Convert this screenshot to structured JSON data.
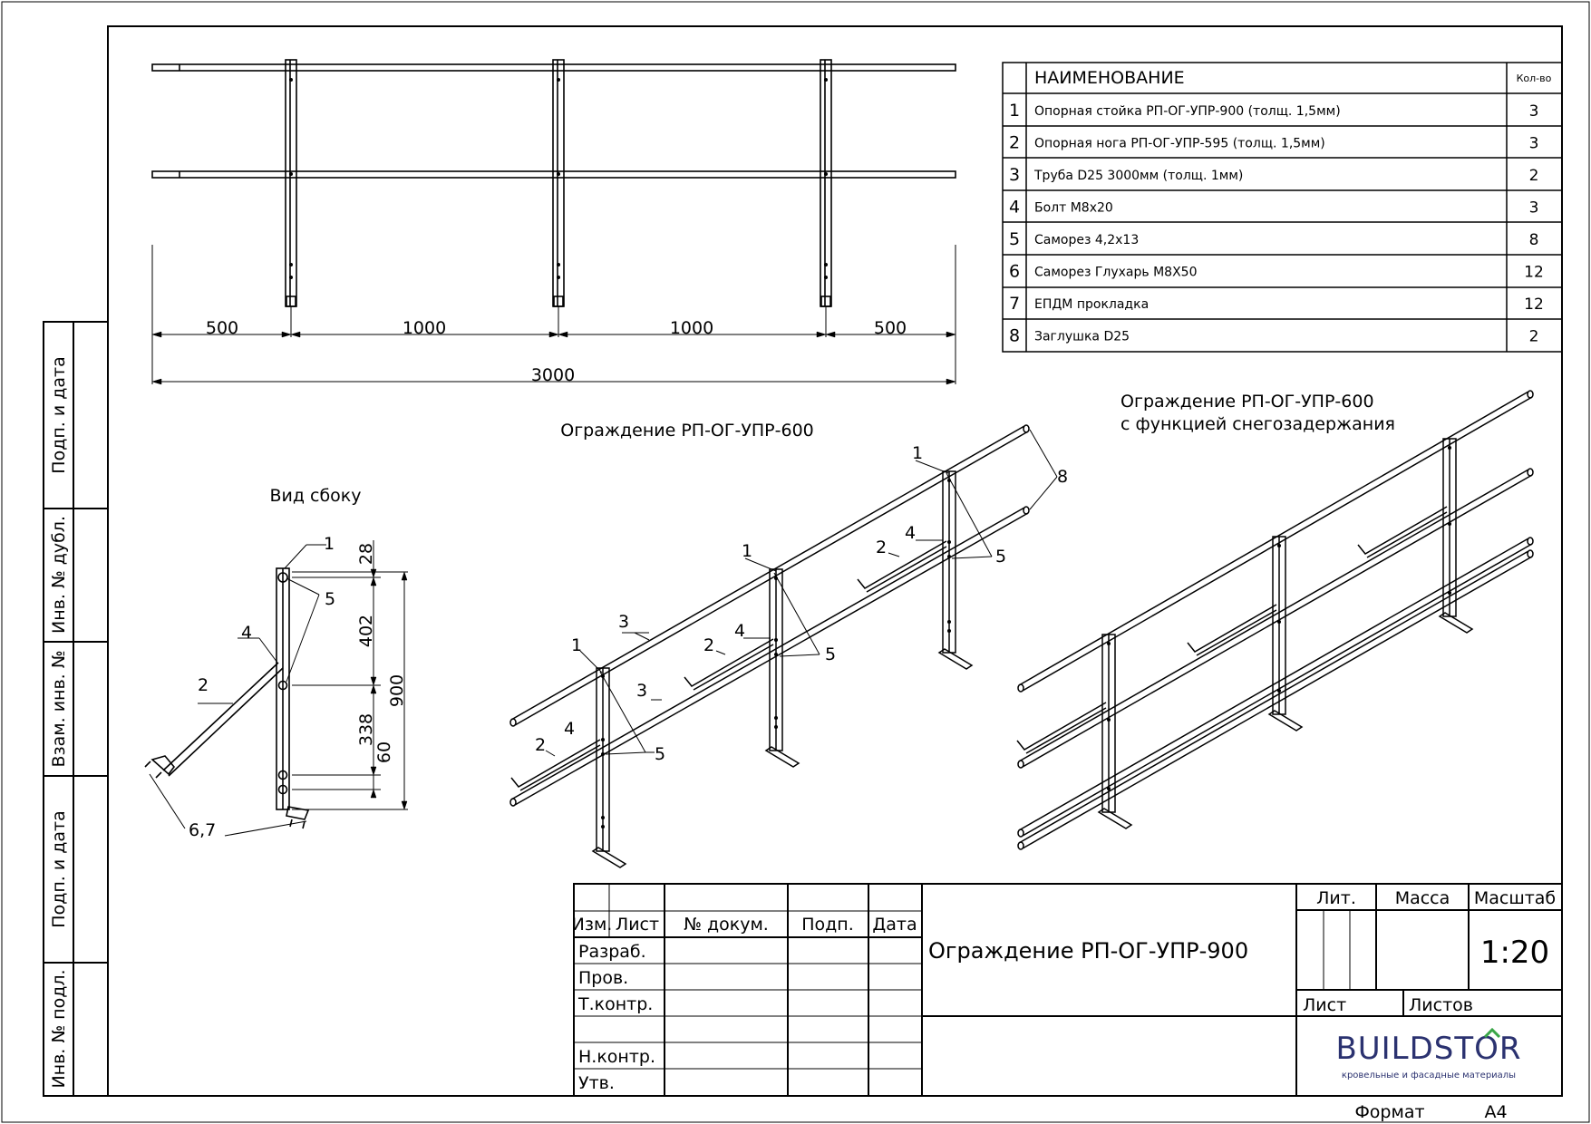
{
  "spec": {
    "header": {
      "num": "",
      "name": "НАИМЕНОВАНИЕ",
      "qty": "Кол-во"
    },
    "rows": [
      {
        "num": "1",
        "name": "Опорная стойка РП-ОГ-УПР-900 (толщ. 1,5мм)",
        "qty": "3"
      },
      {
        "num": "2",
        "name": "Опорная нога РП-ОГ-УПР-595 (толщ. 1,5мм)",
        "qty": "3"
      },
      {
        "num": "3",
        "name": "Труба D25 3000мм (толщ. 1мм)",
        "qty": "2"
      },
      {
        "num": "4",
        "name": "Болт М8х20",
        "qty": "3"
      },
      {
        "num": "5",
        "name": "Саморез 4,2х13",
        "qty": "8"
      },
      {
        "num": "6",
        "name": "Саморез Глухарь М8Х50",
        "qty": "12"
      },
      {
        "num": "7",
        "name": "ЕПДМ прокладка",
        "qty": "12"
      },
      {
        "num": "8",
        "name": "Заглушка D25",
        "qty": "2"
      }
    ]
  },
  "front_view": {
    "dims": [
      "500",
      "1000",
      "1000",
      "500"
    ],
    "total": "3000"
  },
  "side_view": {
    "title": "Вид сбоку",
    "dims": [
      "28",
      "402",
      "338",
      "60",
      "900"
    ],
    "callouts": [
      "1",
      "5",
      "4",
      "2",
      "6,7"
    ]
  },
  "iso_views": {
    "fence_title": "Ограждение РП-ОГ-УПР-600",
    "snow_title_1": "Ограждение РП-ОГ-УПР-600",
    "snow_title_2": "с функцией снегозадержания",
    "callouts": [
      "1",
      "1",
      "1",
      "2",
      "2",
      "2",
      "3",
      "3",
      "4",
      "4",
      "4",
      "5",
      "5",
      "5",
      "8"
    ]
  },
  "stamp": {
    "cols": [
      "Изм.",
      "Лист",
      "№ докум.",
      "Подп.",
      "Дата"
    ],
    "rows": [
      "Разраб.",
      "Пров.",
      "Т.контр.",
      "",
      "Н.контр.",
      "Утв."
    ],
    "title": "Ограждение РП-ОГ-УПР-900",
    "lit": "Лит.",
    "mass": "Масса",
    "scale_label": "Масштаб",
    "scale": "1:20",
    "sheet": "Лист",
    "sheets": "Листов",
    "logo_main": "BUILDSTOR",
    "logo_sub": "кровельные и фасадные материалы",
    "format_label": "Формат",
    "format": "А4"
  },
  "side_strip": [
    "Подп. и дата",
    "Инв. № дубл.",
    "Взам. инв. №",
    "Подп. и дата",
    "Инв. № подл."
  ],
  "colors": {
    "ink": "#000000",
    "logo": "#2b3270",
    "logo_accent": "#3aa648"
  }
}
